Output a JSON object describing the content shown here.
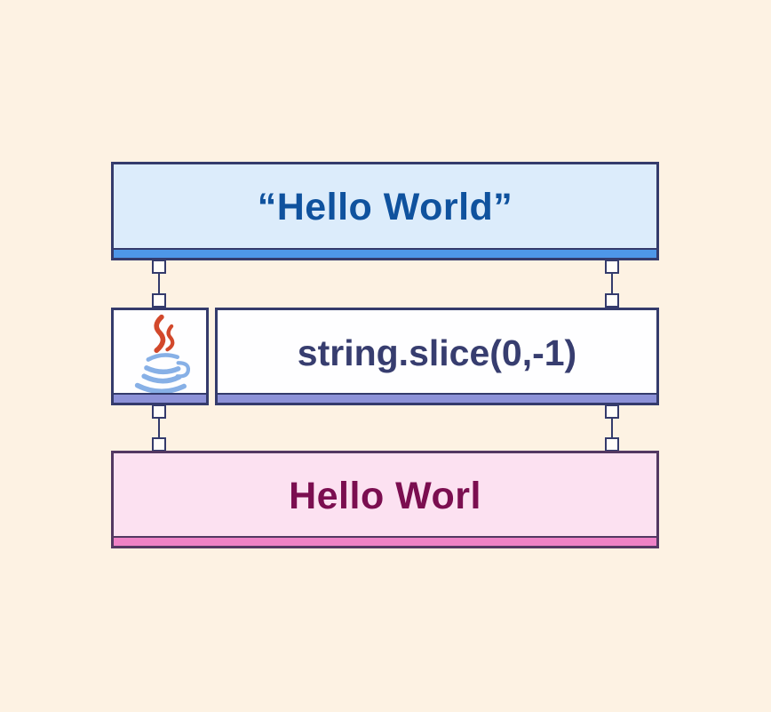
{
  "colors": {
    "bg": "#fdf2e3",
    "navy": "#343b6c",
    "pin-fill": "#fffdfa",
    "input-fill": "#dcecfb",
    "input-bar": "#4e97e8",
    "input-text": "#0f529e",
    "step-fill": "#fefeff",
    "step-bar": "#8d92d8",
    "step-text": "#373d6f",
    "output-fill": "#fce1f1",
    "output-bar": "#ee82c6",
    "output-border": "#533862",
    "output-text": "#7b0e50",
    "java-flame": "#d2482b",
    "java-cup": "#87b0e6"
  },
  "diagram": {
    "input": {
      "text": "“Hello World”"
    },
    "language": {
      "icon": "java-logo"
    },
    "method": {
      "text": "string.slice(0,-1)"
    },
    "output": {
      "text": "Hello Worl"
    }
  }
}
